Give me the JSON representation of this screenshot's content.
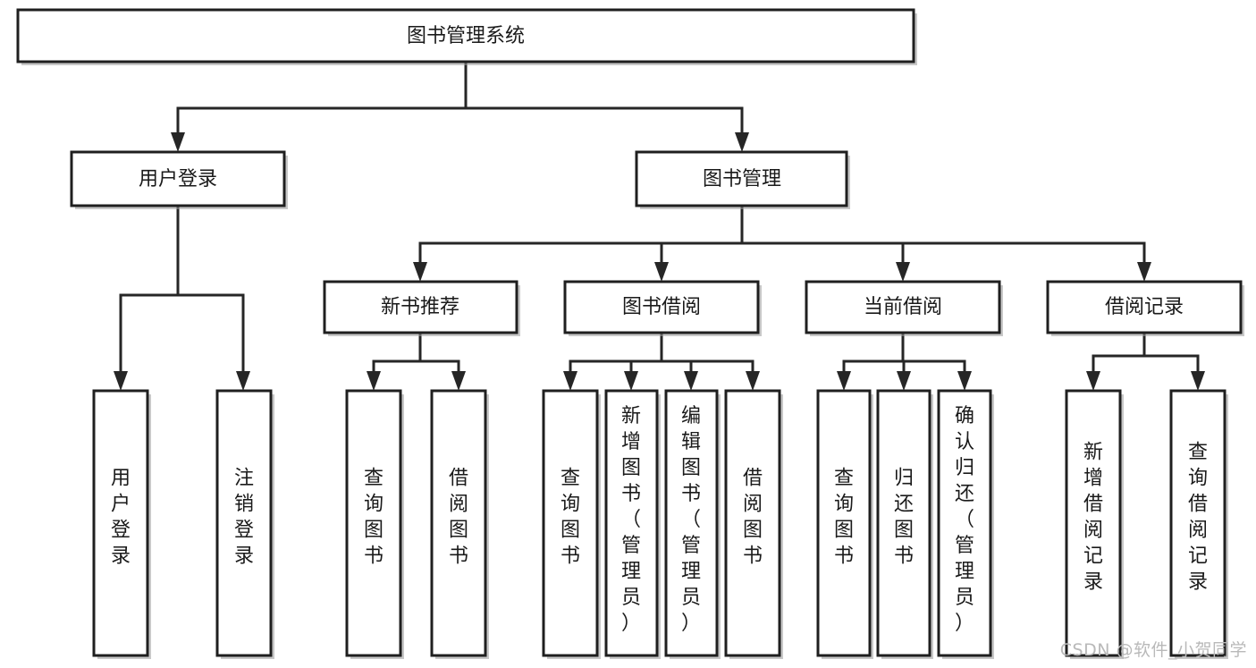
{
  "diagram": {
    "title": "图书管理系统",
    "watermark": "CSDN @软件_小贺同学",
    "nodes": {
      "root": {
        "label": "图书管理系统"
      },
      "level2": [
        {
          "id": "user-login",
          "label": "用户登录"
        },
        {
          "id": "book-manage",
          "label": "图书管理"
        }
      ],
      "level3": [
        {
          "id": "new-book-recommend",
          "label": "新书推荐"
        },
        {
          "id": "book-borrow",
          "label": "图书借阅"
        },
        {
          "id": "current-borrow",
          "label": "当前借阅"
        },
        {
          "id": "borrow-record",
          "label": "借阅记录"
        }
      ],
      "leaves": [
        {
          "id": "leaf-user-login",
          "label": "用户登录",
          "parent": "user-login"
        },
        {
          "id": "leaf-logout-login",
          "label": "注销登录",
          "parent": "user-login"
        },
        {
          "id": "leaf-query-book-1",
          "label": "查询图书",
          "parent": "new-book-recommend"
        },
        {
          "id": "leaf-borrow-book-1",
          "label": "借阅图书",
          "parent": "new-book-recommend"
        },
        {
          "id": "leaf-query-book-2",
          "label": "查询图书",
          "parent": "book-borrow"
        },
        {
          "id": "leaf-add-book",
          "label": "新增图书（管理员）",
          "parent": "book-borrow"
        },
        {
          "id": "leaf-edit-book",
          "label": "编辑图书（管理员）",
          "parent": "book-borrow"
        },
        {
          "id": "leaf-borrow-book-2",
          "label": "借阅图书",
          "parent": "book-borrow"
        },
        {
          "id": "leaf-query-book-3",
          "label": "查询图书",
          "parent": "current-borrow"
        },
        {
          "id": "leaf-return-book",
          "label": "归还图书",
          "parent": "current-borrow"
        },
        {
          "id": "leaf-confirm-return",
          "label": "确认归还（管理员）",
          "parent": "current-borrow"
        },
        {
          "id": "leaf-add-record",
          "label": "新增借阅记录",
          "parent": "borrow-record"
        },
        {
          "id": "leaf-query-record",
          "label": "查询借阅记录",
          "parent": "borrow-record"
        }
      ]
    },
    "colors": {
      "box_border": "#1f1f1f",
      "box_fill": "#ffffff",
      "line": "#262626",
      "text": "#1a1a1a",
      "watermark": "#b9b9b9"
    }
  }
}
